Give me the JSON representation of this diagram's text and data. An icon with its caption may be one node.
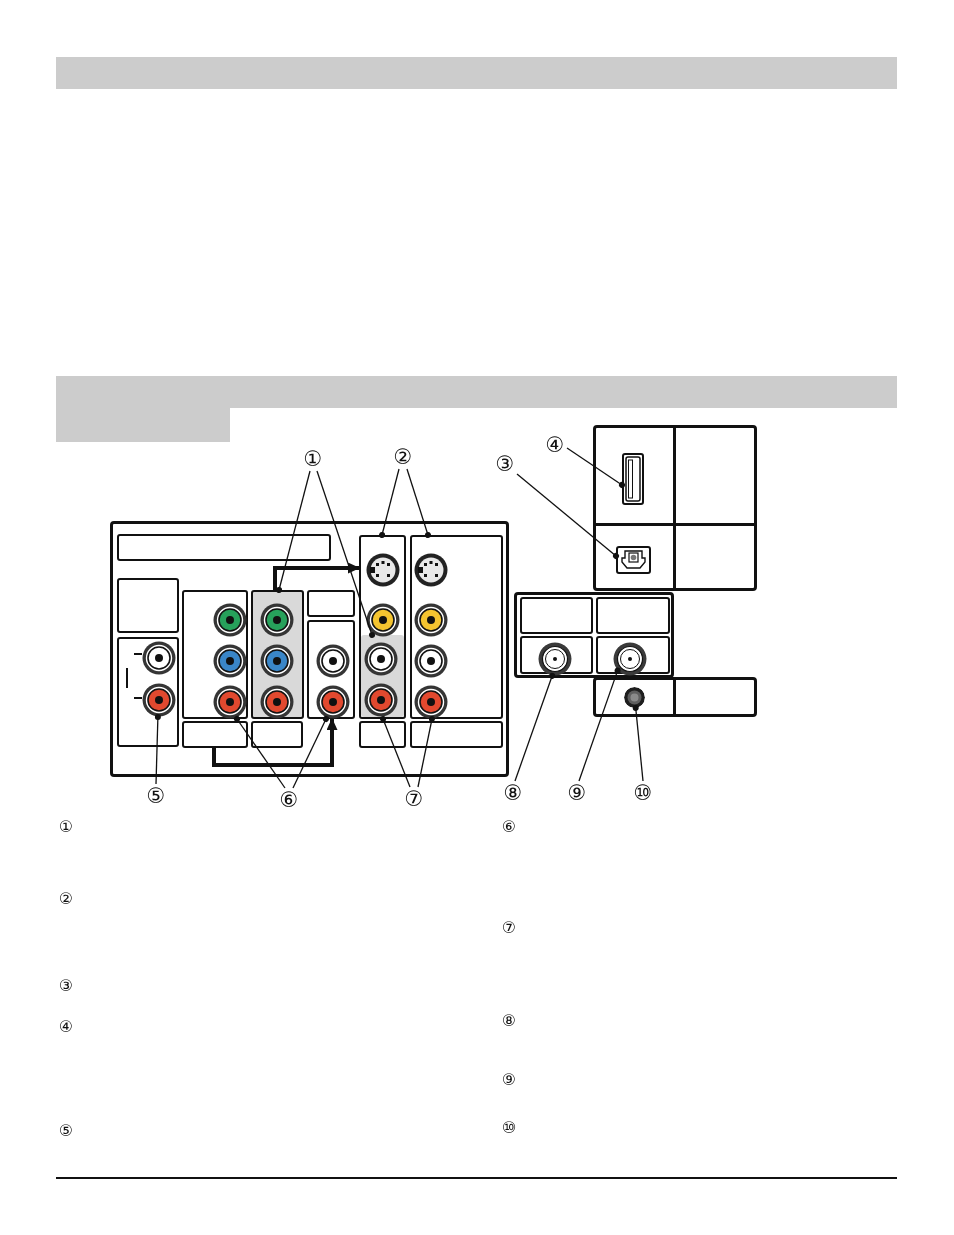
{
  "diagram": {
    "nodes": [
      {
        "text": [
          "①"
        ]
      },
      {
        "text": [
          "②"
        ]
      },
      {
        "text": [
          "③"
        ]
      },
      {
        "text": [
          "④"
        ]
      },
      {
        "text": [
          "⑤"
        ]
      },
      {
        "text": [
          "⑥"
        ]
      },
      {
        "text": [
          "⑦"
        ]
      },
      {
        "text": [
          "⑧"
        ]
      },
      {
        "text": [
          "⑨"
        ]
      },
      {
        "text": [
          "⑩"
        ]
      },
      {
        "text": [],
        "shape": "circle"
      },
      {
        "text": [],
        "shape": "box"
      },
      {
        "text": [],
        "shape": "box"
      },
      {
        "text": [],
        "shape": "box"
      },
      {
        "text": [],
        "shape": "box"
      },
      {
        "text": [],
        "shape": "box",
        "in": 14
      },
      {
        "text": [],
        "shape": "box"
      },
      {
        "text": [],
        "shape": "box"
      },
      {
        "text": [],
        "shape": "box"
      },
      {
        "text": [],
        "shape": "box"
      },
      {
        "text": [],
        "shape": "circle"
      },
      {
        "text": [],
        "shape": "circle"
      },
      {
        "text": [],
        "shape": "circle"
      }
    ],
    "edges": [
      {
        "from": 0,
        "to": 12,
        "arrow": "other"
      },
      {
        "from": 0,
        "to": 15,
        "arrow": "other"
      },
      {
        "from": 1,
        "to": 14,
        "arrow": "other"
      },
      {
        "from": 1,
        "to": 16,
        "arrow": "other"
      },
      {
        "from": 2,
        "to": 19,
        "arrow": "other"
      },
      {
        "from": 3,
        "to": 18,
        "arrow": "other"
      },
      {
        "from": 4,
        "to": 10,
        "arrow": "other"
      },
      {
        "from": 5,
        "to": 11,
        "arrow": "other"
      },
      {
        "from": 5,
        "to": 13,
        "arrow": "other"
      },
      {
        "from": 6,
        "to": 14,
        "arrow": "other"
      },
      {
        "from": 6,
        "to": 16,
        "arrow": "other"
      },
      {
        "from": 7,
        "to": 20,
        "arrow": "other"
      },
      {
        "from": 8,
        "to": 21,
        "arrow": "other"
      },
      {
        "from": 9,
        "to": 22,
        "arrow": "other"
      },
      {
        "from": 12,
        "to": 14,
        "arrow": "to",
        "style": "thick"
      },
      {
        "from": 17,
        "to": 13,
        "arrow": "to",
        "style": "thick"
      }
    ],
    "labels": [
      "①",
      "②",
      "③",
      "④",
      "⑤",
      "⑥",
      "⑦",
      "⑧",
      "⑨",
      "⑩"
    ]
  }
}
